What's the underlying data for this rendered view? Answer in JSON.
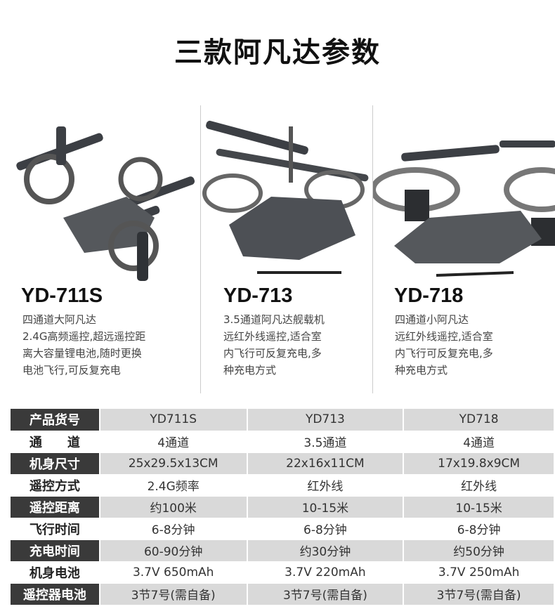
{
  "title": "三款阿凡达参数",
  "products": [
    {
      "model": "YD-711S",
      "desc": "四通道大阿凡达\n2.4G高频遥控,超远遥控距\n离大容量锂电池,随时更换\n电池飞行,可反复充电"
    },
    {
      "model": "YD-713",
      "desc": "3.5通道阿凡达舰载机\n远红外线遥控,适合室\n内飞行可反复充电,多\n种充电方式"
    },
    {
      "model": "YD-718",
      "desc": "四通道小阿凡达\n远红外线遥控,适合室\n内飞行可反复充电,多\n种充电方式"
    }
  ],
  "table": {
    "rows": [
      {
        "label": "产品货号",
        "values": [
          "YD711S",
          "YD713",
          "YD718"
        ]
      },
      {
        "label": "通　　道",
        "values": [
          "4通道",
          "3.5通道",
          "4通道"
        ]
      },
      {
        "label": "机身尺寸",
        "values": [
          "25x29.5x13CM",
          "22x16x11CM",
          "17x19.8x9CM"
        ]
      },
      {
        "label": "遥控方式",
        "values": [
          "2.4G频率",
          "红外线",
          "红外线"
        ]
      },
      {
        "label": "遥控距离",
        "values": [
          "约100米",
          "10-15米",
          "10-15米"
        ]
      },
      {
        "label": "飞行时间",
        "values": [
          "6-8分钟",
          "6-8分钟",
          "6-8分钟"
        ]
      },
      {
        "label": "充电时间",
        "values": [
          "60-90分钟",
          "约30分钟",
          "约50分钟"
        ]
      },
      {
        "label": "机身电池",
        "values": [
          "3.7V 650mAh",
          "3.7V 220mAh",
          "3.7V 250mAh"
        ]
      },
      {
        "label": "遥控器电池",
        "values": [
          "3节7号(需自备)",
          "3节7号(需自备)",
          "3节7号(需自备)"
        ]
      }
    ]
  }
}
